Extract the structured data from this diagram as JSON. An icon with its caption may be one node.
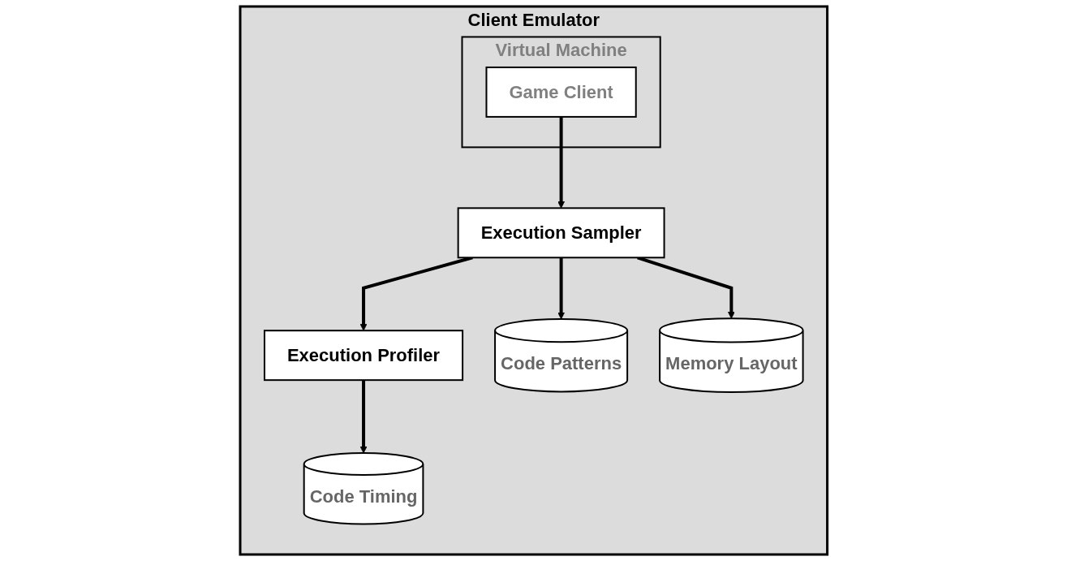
{
  "diagram": {
    "nodes": [
      {
        "text": [
          "Client Emulator"
        ]
      },
      {
        "text": [
          "Execution Profiler"
        ],
        "in": 0
      },
      {
        "text": [
          "Execution Sampler"
        ],
        "in": 0
      },
      {
        "text": [
          "Virtual Machine"
        ],
        "in": 0
      },
      {
        "text": [
          "Game Client"
        ],
        "in": 3
      },
      {
        "text": [
          "Code Timing"
        ],
        "in": 0
      },
      {
        "text": [
          "Code Patterns"
        ],
        "in": 0
      },
      {
        "text": [
          "Memory Layout"
        ],
        "in": 0
      }
    ],
    "edges": [
      {
        "from": 4,
        "to": 2,
        "arrow": "to"
      },
      {
        "from": 2,
        "to": 1,
        "arrow": "to"
      },
      {
        "from": 1,
        "to": 5,
        "arrow": "to"
      },
      {
        "from": 2,
        "to": 6,
        "arrow": "to"
      },
      {
        "from": 2,
        "to": 7,
        "arrow": "to"
      }
    ]
  }
}
